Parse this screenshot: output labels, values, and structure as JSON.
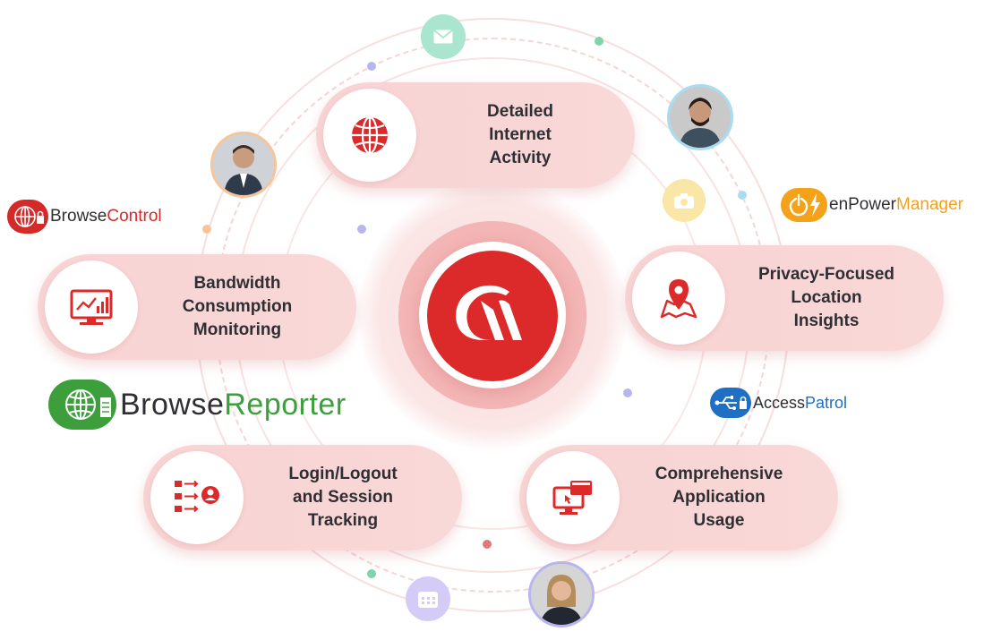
{
  "features": [
    {
      "id": "internet",
      "label": "Detailed\nInternet\nActivity",
      "icon": "globe-icon"
    },
    {
      "id": "bandwidth",
      "label": "Bandwidth\nConsumption\nMonitoring",
      "icon": "bandwidth-chart-icon"
    },
    {
      "id": "location",
      "label": "Privacy-Focused\nLocation\nInsights",
      "icon": "location-map-icon"
    },
    {
      "id": "login",
      "label": "Login/Logout\nand Session\nTracking",
      "icon": "session-tracking-icon"
    },
    {
      "id": "apps",
      "label": "Comprehensive\nApplication\nUsage",
      "icon": "application-windows-icon"
    }
  ],
  "brands": {
    "browsecontrol": {
      "prefix": "Browse",
      "accent": "Control",
      "icon": "browsecontrol-globe-lock-icon",
      "color": "#d42a2a"
    },
    "browsereporter": {
      "prefix": "Browse",
      "accent": "Reporter",
      "icon": "browsereporter-globe-icon",
      "color": "#3c9f3c"
    },
    "enpowermanager": {
      "prefix": "enPower",
      "accent": "Manager",
      "icon": "power-bolt-icon",
      "color": "#f4a21a"
    },
    "accesspatrol": {
      "prefix": "Access",
      "accent": "Patrol",
      "icon": "usb-lock-icon",
      "color": "#1f6fc4"
    }
  },
  "center": {
    "icon": "currentware-logo-icon"
  },
  "orbit_icons": [
    "email-icon",
    "camera-icon",
    "calendar-icon"
  ],
  "colors": {
    "primary_red": "#dc2a2a",
    "pill": "#f8d3d3",
    "text": "#2f2f33"
  }
}
